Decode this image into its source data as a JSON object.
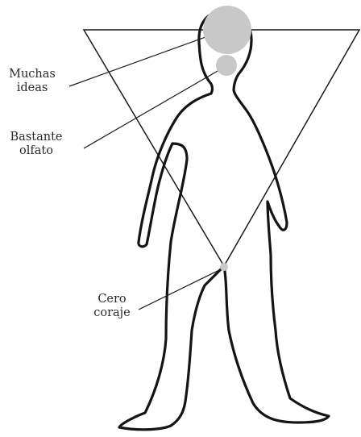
{
  "labels": {
    "ideas": {
      "line1": "Muchas",
      "line2": "ideas"
    },
    "smell": {
      "line1": "Bastante",
      "line2": "olfato"
    },
    "courage": {
      "line1": "Cero",
      "line2": "coraje"
    }
  },
  "colors": {
    "outline": "#141414",
    "marker": "#c8c8c8",
    "text": "#2a2a2a",
    "background": "#ffffff"
  }
}
